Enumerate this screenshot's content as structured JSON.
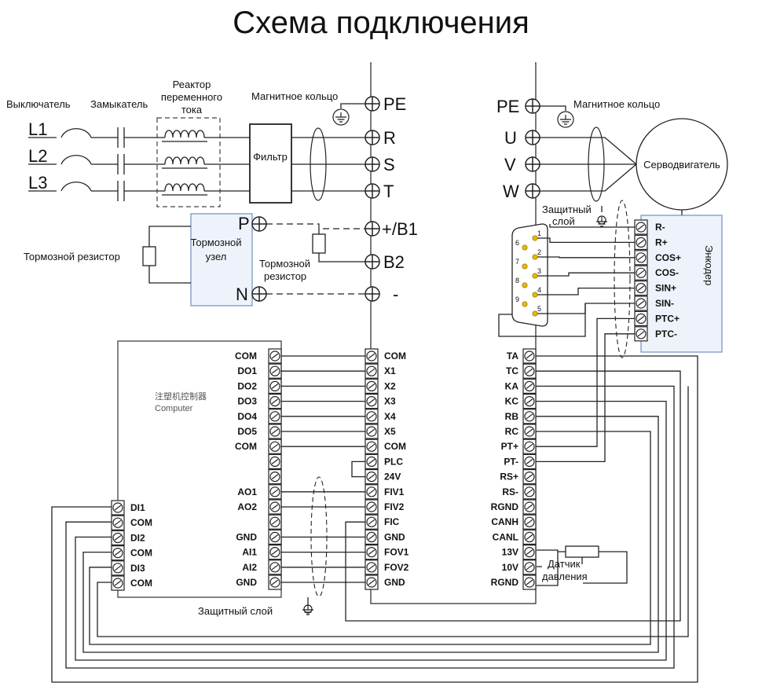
{
  "title": "Схема подключения",
  "labels": {
    "switch": "Выключатель",
    "contactor": "Замыкатель",
    "reactor": [
      "Реактор",
      "переменного",
      "тока"
    ],
    "ring_left": "Магнитное кольцо",
    "ring_right": "Магнитное кольцо",
    "filter": "Фильтр",
    "brake_unit": [
      "Тормозной",
      "узел"
    ],
    "brake_res_left": "Тормозной резистор",
    "brake_res_mid": [
      "Тормозной",
      "резистор"
    ],
    "servo": "Серводвигатель",
    "encoder": "Энкодер",
    "shield_top": [
      "Защитный",
      "слой"
    ],
    "shield_bottom": "Защитный слой",
    "pressure_sensor": [
      "Датчик",
      "давления"
    ],
    "controller_cn": "注塑机控制器",
    "controller_en": "Computer"
  },
  "lines": [
    "L1",
    "L2",
    "L3"
  ],
  "power_left": [
    "PE",
    "R",
    "S",
    "T",
    "+/B1",
    "B2",
    "-"
  ],
  "power_right": [
    "PE",
    "U",
    "V",
    "W"
  ],
  "brake_unit_terms": [
    "P",
    "N"
  ],
  "encoder_pins": [
    "R-",
    "R+",
    "COS+",
    "COS-",
    "SIN+",
    "SIN-",
    "PTC+",
    "PTC-"
  ],
  "db9_pins": [
    "1",
    "2",
    "3",
    "4",
    "5",
    "6",
    "7",
    "8",
    "9"
  ],
  "computer_right": [
    "COM",
    "DO1",
    "DO2",
    "DO3",
    "DO4",
    "DO5",
    "COM",
    "",
    "",
    "AO1",
    "AO2",
    "",
    "GND",
    "AI1",
    "AI2",
    "GND"
  ],
  "computer_left": [
    "DI1",
    "COM",
    "DI2",
    "COM",
    "DI3",
    "COM"
  ],
  "drive_left": [
    "COM",
    "X1",
    "X2",
    "X3",
    "X4",
    "X5",
    "COM",
    "PLC",
    "24V",
    "FIV1",
    "FIV2",
    "FIC",
    "GND",
    "FOV1",
    "FOV2",
    "GND"
  ],
  "drive_right": [
    "TA",
    "TC",
    "KA",
    "KC",
    "RB",
    "RC",
    "PT+",
    "PT-",
    "RS+",
    "RS-",
    "RGND",
    "CANH",
    "CANL",
    "13V",
    "10V",
    "RGND"
  ]
}
